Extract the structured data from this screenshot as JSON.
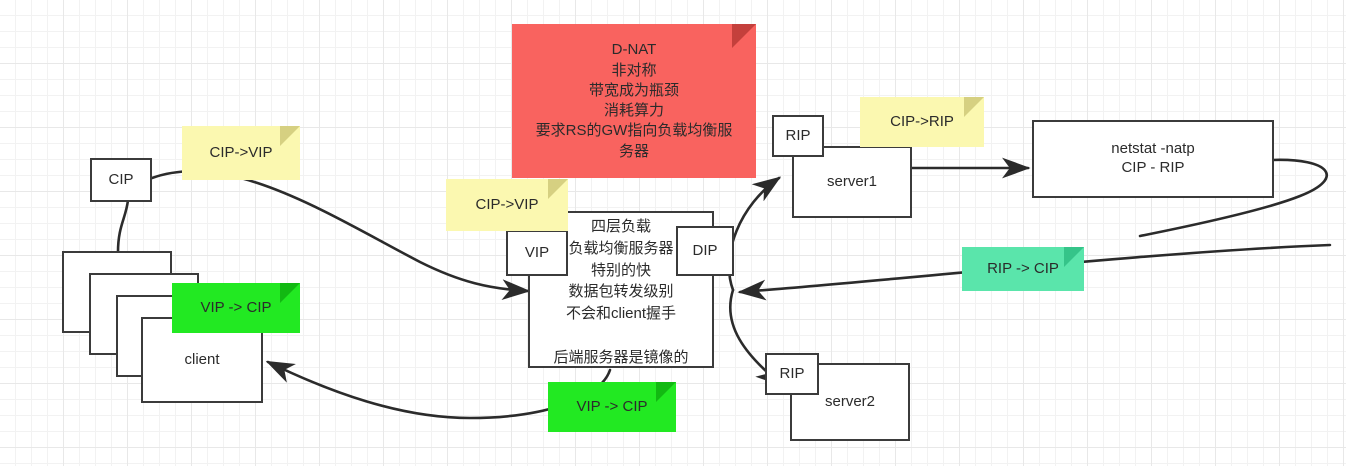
{
  "diagram": {
    "title": "D-NAT load balancing network diagram",
    "colors": {
      "note_yellow": "#fbf8b0",
      "note_red": "#f9635f",
      "note_green": "#22e922",
      "note_teal": "#5ae5ab",
      "stroke": "#3b3b3b",
      "grid": "#e8e8e8",
      "text": "#2b2b2b"
    },
    "nodes": {
      "cip": "CIP",
      "client": "client",
      "vip": "VIP",
      "dip": "DIP",
      "lb_text": "四层负载\n负载均衡服务器\n特别的快\n数据包转发级别\n不会和client握手\n\n后端服务器是镜像的",
      "rip1": "RIP",
      "server1": "server1",
      "rip2": "RIP",
      "server2": "server2",
      "netstat": "netstat -natp\nCIP - RIP"
    },
    "notes": {
      "cip_vip_left": "CIP->VIP",
      "cip_vip_mid": "CIP->VIP",
      "cip_rip": "CIP->RIP",
      "vip_cip_top": "VIP -> CIP",
      "vip_cip_bottom": "VIP -> CIP",
      "rip_cip": "RIP -> CIP",
      "dnat": "D-NAT\n非对称\n带宽成为瓶颈\n消耗算力\n要求RS的GW指向负载均衡服\n务器"
    }
  }
}
